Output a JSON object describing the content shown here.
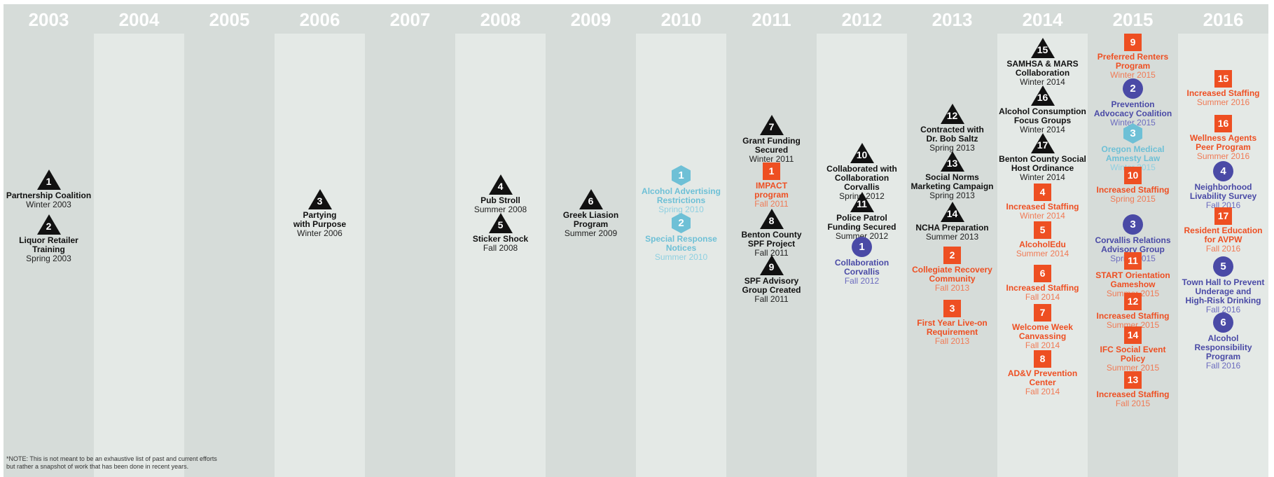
{
  "years": [
    "2003",
    "2004",
    "2005",
    "2006",
    "2007",
    "2008",
    "2009",
    "2010",
    "2011",
    "2012",
    "2013",
    "2014",
    "2015",
    "2016"
  ],
  "note": "*NOTE: This is not meant to be an exhaustive list of past and current efforts\nbut rather a snapshot of work that has been done in recent years.",
  "colors": {
    "black": "#111111",
    "orange": "#ee4f22",
    "blue": "#4a4aa6",
    "teal": "#6ec0d6",
    "column": "#d6dcd9",
    "column_light": "#e4e9e6"
  },
  "items": [
    {
      "year": "2003",
      "shape": "triangle",
      "color": "black",
      "num": "1",
      "label": "Partnership Coalition",
      "date": "Winter 2003"
    },
    {
      "year": "2003",
      "shape": "triangle",
      "color": "black",
      "num": "2",
      "label": "Liquor Retailer\nTraining",
      "date": "Spring 2003"
    },
    {
      "year": "2006",
      "shape": "triangle",
      "color": "black",
      "num": "3",
      "label": "Partying\nwith Purpose",
      "date": "Winter 2006"
    },
    {
      "year": "2008",
      "shape": "triangle",
      "color": "black",
      "num": "4",
      "label": "Pub Stroll",
      "date": "Summer 2008"
    },
    {
      "year": "2008",
      "shape": "triangle",
      "color": "black",
      "num": "5",
      "label": "Sticker Shock",
      "date": "Fall 2008"
    },
    {
      "year": "2009",
      "shape": "triangle",
      "color": "black",
      "num": "6",
      "label": "Greek Liasion\nProgram",
      "date": "Summer 2009"
    },
    {
      "year": "2010",
      "shape": "hexagon",
      "color": "teal",
      "num": "1",
      "label": "Alcohol Advertising\nRestrictions",
      "date": "Spring 2010"
    },
    {
      "year": "2010",
      "shape": "hexagon",
      "color": "teal",
      "num": "2",
      "label": "Special Response\nNotices",
      "date": "Summer 2010"
    },
    {
      "year": "2011",
      "shape": "triangle",
      "color": "black",
      "num": "7",
      "label": "Grant Funding\nSecured",
      "date": "Winter 2011"
    },
    {
      "year": "2011",
      "shape": "square",
      "color": "orange",
      "num": "1",
      "label": "IMPACT\nprogram",
      "date": "Fall 2011"
    },
    {
      "year": "2011",
      "shape": "triangle",
      "color": "black",
      "num": "8",
      "label": "Benton County\nSPF Project",
      "date": "Fall 2011"
    },
    {
      "year": "2011",
      "shape": "triangle",
      "color": "black",
      "num": "9",
      "label": "SPF Advisory\nGroup Created",
      "date": "Fall 2011"
    },
    {
      "year": "2012",
      "shape": "triangle",
      "color": "black",
      "num": "10",
      "label": "Collaborated with\nCollaboration Corvallis",
      "date": "Spring 2012"
    },
    {
      "year": "2012",
      "shape": "triangle",
      "color": "black",
      "num": "11",
      "label": "Police Patrol\nFunding Secured",
      "date": "Summer 2012"
    },
    {
      "year": "2012",
      "shape": "circle",
      "color": "blue",
      "num": "1",
      "label": "Collaboration\nCorvallis",
      "date": "Fall 2012"
    },
    {
      "year": "2013",
      "shape": "triangle",
      "color": "black",
      "num": "12",
      "label": "Contracted with\nDr. Bob Saltz",
      "date": "Spring 2013"
    },
    {
      "year": "2013",
      "shape": "triangle",
      "color": "black",
      "num": "13",
      "label": "Social Norms\nMarketing Campaign",
      "date": "Spring 2013"
    },
    {
      "year": "2013",
      "shape": "triangle",
      "color": "black",
      "num": "14",
      "label": "NCHA Preparation",
      "date": "Summer 2013"
    },
    {
      "year": "2013",
      "shape": "square",
      "color": "orange",
      "num": "2",
      "label": "Collegiate Recovery\nCommunity",
      "date": "Fall 2013"
    },
    {
      "year": "2013",
      "shape": "square",
      "color": "orange",
      "num": "3",
      "label": "First Year Live-on\nRequirement",
      "date": "Fall 2013"
    },
    {
      "year": "2014",
      "shape": "triangle",
      "color": "black",
      "num": "15",
      "label": "SAMHSA & MARS\nCollaboration",
      "date": "Winter 2014"
    },
    {
      "year": "2014",
      "shape": "triangle",
      "color": "black",
      "num": "16",
      "label": "Alcohol Consumption\nFocus Groups",
      "date": "Winter 2014"
    },
    {
      "year": "2014",
      "shape": "triangle",
      "color": "black",
      "num": "17",
      "label": "Benton County Social\nHost Ordinance",
      "date": "Winter 2014"
    },
    {
      "year": "2014",
      "shape": "square",
      "color": "orange",
      "num": "4",
      "label": "Increased Staffing",
      "date": "Winter 2014"
    },
    {
      "year": "2014",
      "shape": "square",
      "color": "orange",
      "num": "5",
      "label": "AlcoholEdu",
      "date": "Summer 2014"
    },
    {
      "year": "2014",
      "shape": "square",
      "color": "orange",
      "num": "6",
      "label": "Increased Staffing",
      "date": "Fall 2014"
    },
    {
      "year": "2014",
      "shape": "square",
      "color": "orange",
      "num": "7",
      "label": "Welcome Week\nCanvassing",
      "date": "Fall 2014"
    },
    {
      "year": "2014",
      "shape": "square",
      "color": "orange",
      "num": "8",
      "label": "AD&V Prevention\nCenter",
      "date": "Fall 2014"
    },
    {
      "year": "2015",
      "shape": "square",
      "color": "orange",
      "num": "9",
      "label": "Preferred Renters\nProgram",
      "date": "Winter 2015"
    },
    {
      "year": "2015",
      "shape": "circle",
      "color": "blue",
      "num": "2",
      "label": "Prevention\nAdvocacy Coalition",
      "date": "Winter 2015"
    },
    {
      "year": "2015",
      "shape": "hexagon",
      "color": "teal",
      "num": "3",
      "label": "Oregon Medical\nAmnesty Law",
      "date": "Winter 2015"
    },
    {
      "year": "2015",
      "shape": "square",
      "color": "orange",
      "num": "10",
      "label": "Increased Staffing",
      "date": "Spring 2015"
    },
    {
      "year": "2015",
      "shape": "circle",
      "color": "blue",
      "num": "3",
      "label": "Corvallis Relations\nAdvisory Group",
      "date": "Spring 2015"
    },
    {
      "year": "2015",
      "shape": "square",
      "color": "orange",
      "num": "11",
      "label": "START Orientation\nGameshow",
      "date": "Summer 2015"
    },
    {
      "year": "2015",
      "shape": "square",
      "color": "orange",
      "num": "12",
      "label": "Increased Staffing",
      "date": "Summer 2015"
    },
    {
      "year": "2015",
      "shape": "square",
      "color": "orange",
      "num": "14",
      "label": "IFC Social Event\nPolicy",
      "date": "Summer 2015"
    },
    {
      "year": "2015",
      "shape": "square",
      "color": "orange",
      "num": "13",
      "label": "Increased Staffing",
      "date": "Fall 2015"
    },
    {
      "year": "2016",
      "shape": "square",
      "color": "orange",
      "num": "15",
      "label": "Increased Staffing",
      "date": "Summer 2016"
    },
    {
      "year": "2016",
      "shape": "square",
      "color": "orange",
      "num": "16",
      "label": "Wellness Agents\nPeer Program",
      "date": "Summer 2016"
    },
    {
      "year": "2016",
      "shape": "circle",
      "color": "blue",
      "num": "4",
      "label": "Neighborhood\nLivability Survey",
      "date": "Fall 2016"
    },
    {
      "year": "2016",
      "shape": "square",
      "color": "orange",
      "num": "17",
      "label": "Resident Education\nfor AVPW",
      "date": "Fall 2016"
    },
    {
      "year": "2016",
      "shape": "circle",
      "color": "blue",
      "num": "5",
      "label": "Town Hall to Prevent\nUnderage and\nHigh-Risk Drinking",
      "date": "Fall 2016"
    },
    {
      "year": "2016",
      "shape": "circle",
      "color": "blue",
      "num": "6",
      "label": "Alcohol Responsibility\nProgram",
      "date": "Fall 2016"
    }
  ]
}
